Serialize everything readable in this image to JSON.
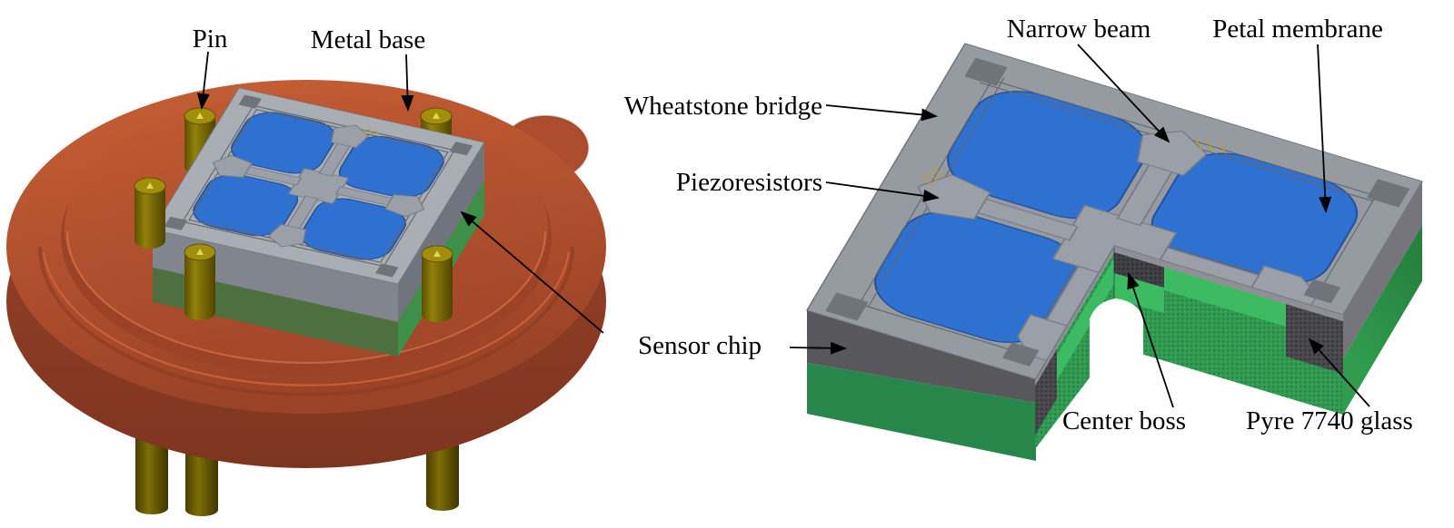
{
  "page": {
    "type": "3d-labeled-diagram",
    "background": "#ffffff"
  },
  "left_panel": {
    "description": "sensor chip mounted on TO metal header with pins",
    "labels": {
      "pin": "Pin",
      "metal_base": "Metal base",
      "sensor_chip": "Sensor chip"
    }
  },
  "right_panel": {
    "description": "cutaway view of the sensor chip",
    "labels": {
      "wheatstone_bridge": "Wheatstone bridge",
      "piezoresistors": "Piezoresistors",
      "narrow_beam": "Narrow beam",
      "petal_membrane": "Petal membrane",
      "center_boss": "Center boss",
      "pyre_7740_glass": "Pyre 7740 glass"
    }
  },
  "colors": {
    "metal_base": "#b0502e",
    "metal_base_shadow": "#8a3a22",
    "pin_gold": "#8a7a06",
    "chip_top_gray": "#9aa0a8",
    "membrane_blue": "#2f71d0",
    "silicon_side": "#6a6e76",
    "glass_green": "#2f9c4e",
    "glass_bright": "#3dbb63",
    "boss_dark": "#434347",
    "label_text": "#000000"
  }
}
